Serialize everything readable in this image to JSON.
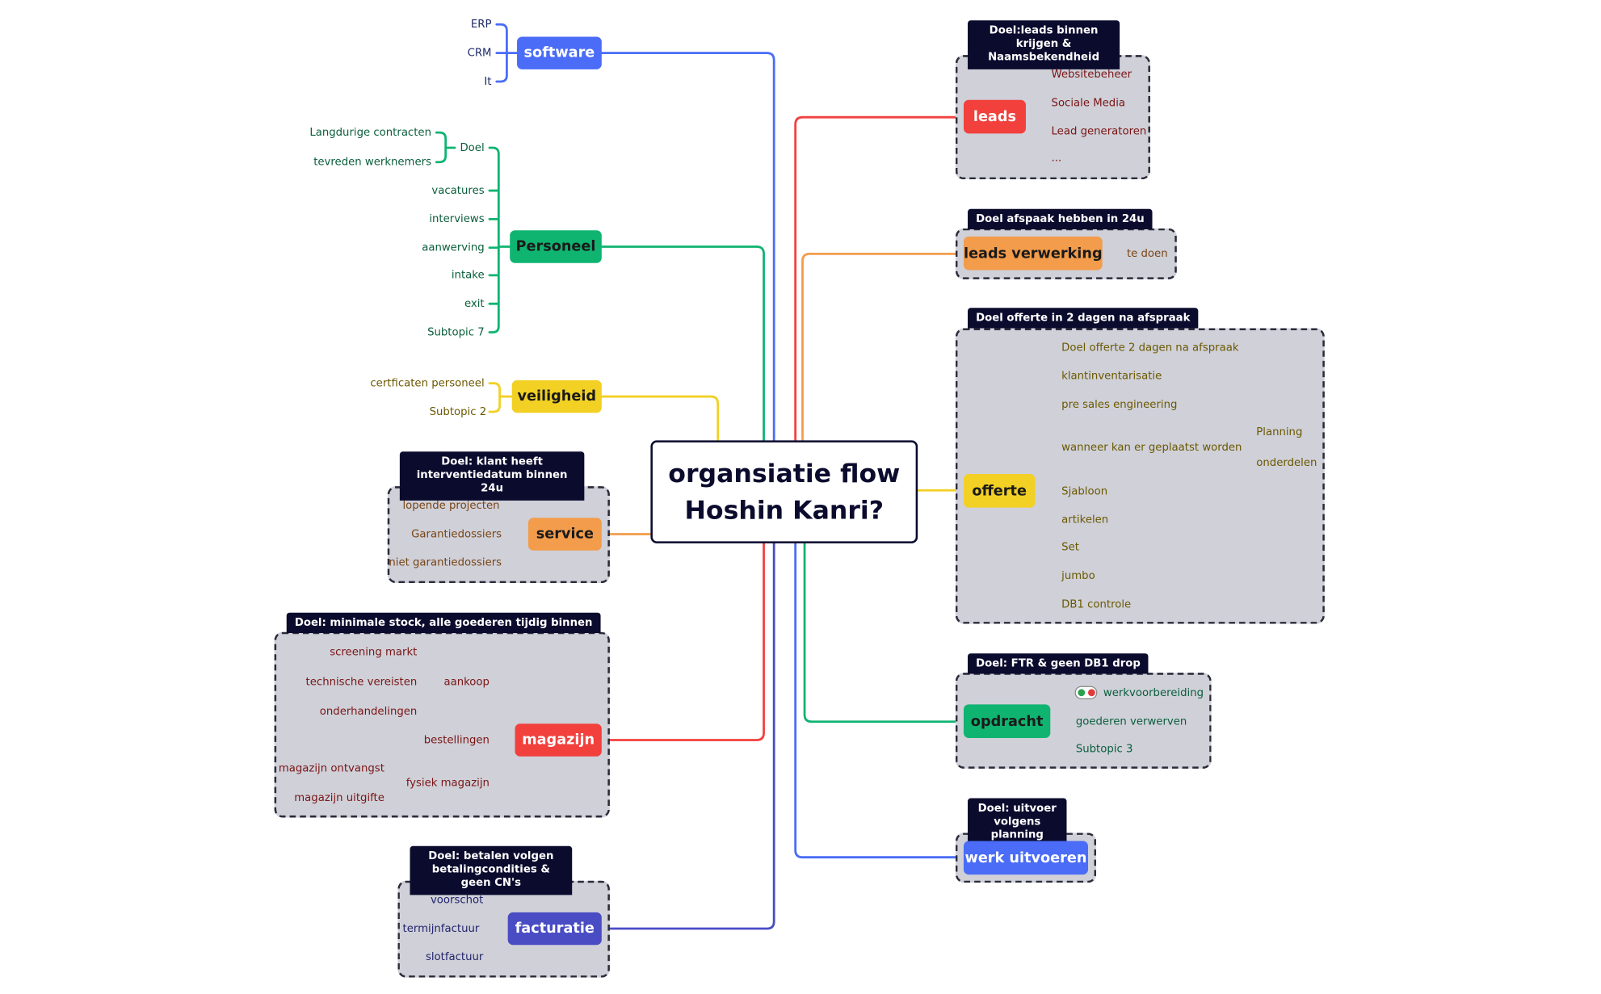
{
  "central": {
    "line1": "organsiatie flow",
    "line2": "Hoshin Kanri?"
  },
  "colors": {
    "blue": "#4a6cf7",
    "green": "#0fb471",
    "yellow": "#f2d024",
    "orange": "#f39c4b",
    "red": "#f2403d",
    "indigo": "#4a4cc4",
    "goal_bg": "#0b0b2e",
    "box_bg": "#cfd0d8"
  },
  "branches": {
    "software": {
      "label": "software",
      "leaves": [
        "ERP",
        "CRM",
        "It"
      ]
    },
    "personeel": {
      "label": "Personeel",
      "doel": {
        "label": "Doel",
        "children": [
          "Langdurige contracten",
          "tevreden werknemers"
        ]
      },
      "leaves": [
        "vacatures",
        "interviews",
        "aanwerving",
        "intake",
        "exit",
        "Subtopic 7"
      ]
    },
    "veiligheid": {
      "label": "veiligheid",
      "leaves": [
        "certficaten personeel",
        "Subtopic 2"
      ]
    },
    "service": {
      "label": "service",
      "goal": "Doel: klant heeft interventiedatum binnen 24u",
      "leaves": [
        "lopende projecten",
        "Garantiedossiers",
        "niet garantiedossiers"
      ]
    },
    "magazijn": {
      "label": "magazijn",
      "goal": "Doel: minimale stock, alle goederen tijdig binnen",
      "aankoop": {
        "label": "aankoop",
        "children": [
          "screening markt",
          "technische vereisten",
          "onderhandelingen"
        ]
      },
      "bestellingen": "bestellingen",
      "fysiek": {
        "label": "fysiek magazijn",
        "children": [
          "magazijn ontvangst",
          "magazijn uitgifte"
        ]
      }
    },
    "facturatie": {
      "label": "facturatie",
      "goal": "Doel: betalen volgen betalingcondities & geen CN's",
      "leaves": [
        "voorschot",
        "termijnfactuur",
        "slotfactuur"
      ]
    },
    "leads": {
      "label": "leads",
      "goal": "Doel:leads binnen krijgen & Naamsbekendheid",
      "leaves": [
        "Websitebeheer",
        "Sociale Media",
        "Lead generatoren",
        "..."
      ]
    },
    "leads_verwerking": {
      "label": "leads verwerking",
      "goal": "Doel afspaak hebben in 24u",
      "leaves": [
        "te doen"
      ]
    },
    "offerte": {
      "label": "offerte",
      "goal": "Doel offerte in 2 dagen na afspraak",
      "leaves": [
        "Doel offerte 2 dagen na afspraak",
        "klantinventarisatie",
        "pre sales engineering",
        "wanneer kan er geplaatst worden",
        "Sjabloon",
        "artikelen",
        "Set",
        "jumbo",
        "DB1 controle"
      ],
      "sub": [
        "Planning",
        "onderdelen"
      ]
    },
    "opdracht": {
      "label": "opdracht",
      "goal": "Doel: FTR & geen DB1 drop",
      "leaves": [
        "werkvoorbereiding",
        "goederen verwerven",
        "Subtopic 3"
      ]
    },
    "werk": {
      "label": "werk uitvoeren",
      "goal": "Doel: uitvoer volgens planning"
    }
  }
}
